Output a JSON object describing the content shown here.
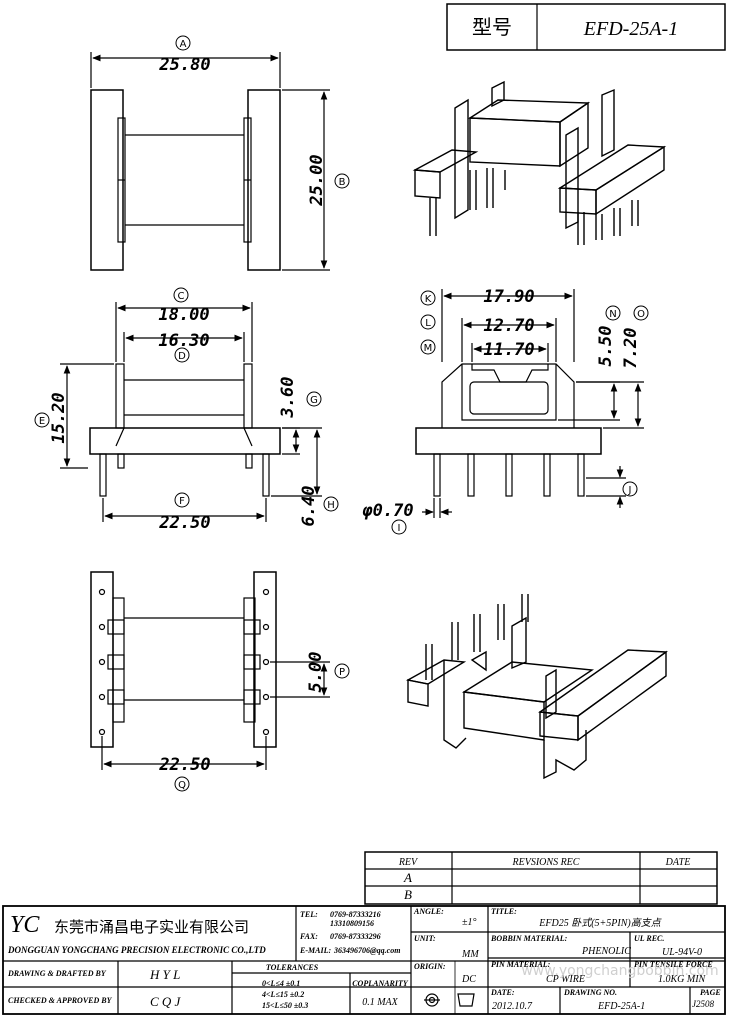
{
  "header": {
    "model_label": "型号",
    "model_value": "EFD-25A-1"
  },
  "dimensions": {
    "A": "25.80",
    "B": "25.00",
    "C": "18.00",
    "D": "16.30",
    "E": "15.20",
    "F": "22.50",
    "G": "3.60",
    "H": "6.40",
    "I": "φ0.70",
    "K": "17.90",
    "L": "12.70",
    "M": "11.70",
    "N": "5.50",
    "O": "7.20",
    "P": "5.00",
    "Q": "22.50"
  },
  "callouts": [
    "A",
    "B",
    "C",
    "D",
    "E",
    "F",
    "G",
    "H",
    "I",
    "J",
    "K",
    "L",
    "M",
    "N",
    "O",
    "P",
    "Q"
  ],
  "revision": {
    "col_rev": "REV",
    "col_rec": "REVSIONS REC",
    "col_date": "DATE",
    "rows": [
      "A",
      "B"
    ]
  },
  "company": {
    "logo": "YC",
    "name_cn": "东莞市涌昌电子实业有限公司",
    "name_en": "DONGGUAN YONGCHANG PRECISION ELECTRONIC CO.,LTD",
    "tel_label": "TEL:",
    "tel1": "0769-87333216",
    "tel2": "13310809156",
    "fax_label": "FAX:",
    "fax": "0769-87333296",
    "email_label": "E-MAIL:",
    "email": "363496706@qq.com"
  },
  "title_block": {
    "angle_label": "ANGLE:",
    "angle_value": "±1°",
    "unit_label": "UNIT:",
    "unit_value": "MM",
    "origin_label": "ORIGIN:",
    "origin_value": "DC",
    "date_label": "DATE:",
    "date_value": "2012.10.7",
    "title_label": "TITLE:",
    "title_value": "EFD25 卧式(5+5PIN)高支点",
    "material_label": "BOBBIN MATERIAL:",
    "material_value": "PHENOLIC",
    "ul_label": "UL REC.",
    "ul_value": "UL-94V-0",
    "pin_label": "PIN MATERIAL:",
    "pin_value": "CP WIRE",
    "tensile_label": "PIN TENSILE FORCE",
    "tensile_value": "1.0KG MIN",
    "drawing_no_label": "DRAWING NO.",
    "drawing_no_value": "EFD-25A-1",
    "page_label": "PAGE",
    "page_value": "J2508",
    "drawn_label": "DRAWING & DRAFTED BY",
    "drawn_value": "H Y L",
    "checked_label": "CHECKED & APPROVED BY",
    "checked_value": "C Q J",
    "tol_label": "TOLERANCES",
    "tol1": "0<L≤4   ±0.1",
    "tol2": "4<L≤15  ±0.2",
    "tol3": "15<L≤50 ±0.3",
    "coplanarity_label": "COPLANARITY",
    "coplanarity_value": "0.1 MAX"
  },
  "watermark": "www.yongchangbobbin.com"
}
